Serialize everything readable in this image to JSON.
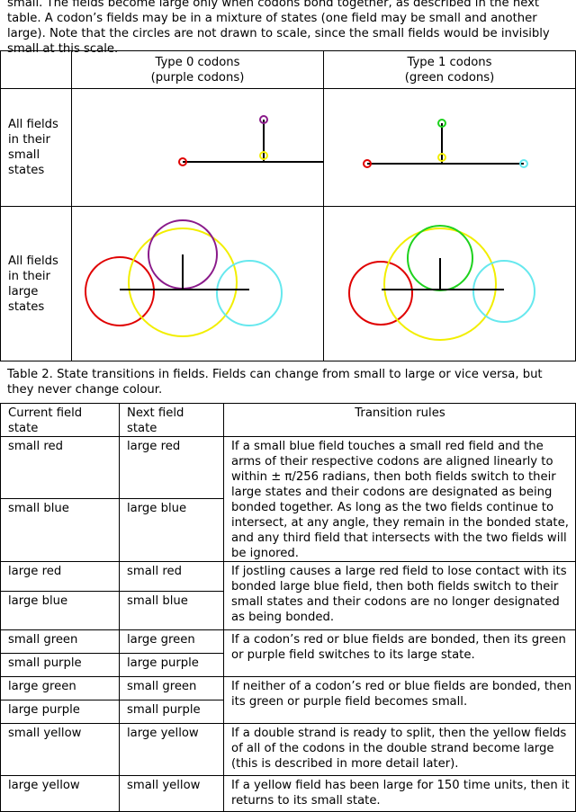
{
  "intro": "small. The fields become large only when codons bond together, as described in the next table. A codon’s fields may be in a mixture of states (one field may be small and another large). Note that the circles are not drawn to scale, since the small fields would be invisibly small at this scale.",
  "table1": {
    "col0": "Type 0 codons\n(purple codons)",
    "col1": "Type 1 codons\n(green codons)",
    "row_small": "All fields in their small states",
    "row_large": "All fields in their large states"
  },
  "colors": {
    "red": "#e00000",
    "blue": "#66e8ee",
    "yellow": "#f2ee00",
    "purple": "#8a1a8a",
    "green": "#1ed21e"
  },
  "table2_caption": "Table 2. State transitions in fields. Fields can change from small to large or vice versa, but they never change colour.",
  "table2": {
    "headers": [
      "Current field state",
      "Next field state",
      "Transition rules"
    ],
    "rows": [
      {
        "current": "small red",
        "next": "large red"
      },
      {
        "current": "small blue",
        "next": "large blue"
      },
      {
        "current": "large red",
        "next": "small red"
      },
      {
        "current": "large blue",
        "next": "small blue"
      },
      {
        "current": "small green",
        "next": "large green"
      },
      {
        "current": "small purple",
        "next": "large purple"
      },
      {
        "current": "large green",
        "next": "small green"
      },
      {
        "current": "large purple",
        "next": "small purple"
      },
      {
        "current": "small yellow",
        "next": "large yellow"
      },
      {
        "current": "large yellow",
        "next": "small yellow"
      }
    ],
    "rules": [
      "If a small blue field touches a small red field and the arms of their respective codons are aligned linearly to within ± π/256 radians, then both fields switch to their large states and their codons are designated as being bonded together. As long as the two fields continue to intersect, at any angle, they remain in the bonded state, and any third field that intersects with the two fields will be ignored.",
      "If jostling causes a large red field to lose contact with its bonded large blue field, then both fields switch to their small states and their codons are no longer designated as being bonded.",
      "If a codon’s red or blue fields are bonded, then its green or purple field switches to its large state.",
      "If neither of a codon’s red or blue fields are bonded, then its green or purple field becomes small.",
      "If a double strand is ready to split, then the yellow fields of all of the codons in the double strand become large (this is described in more detail later).",
      "If a yellow field has been large for 150 time units, then it returns to its small state."
    ]
  }
}
